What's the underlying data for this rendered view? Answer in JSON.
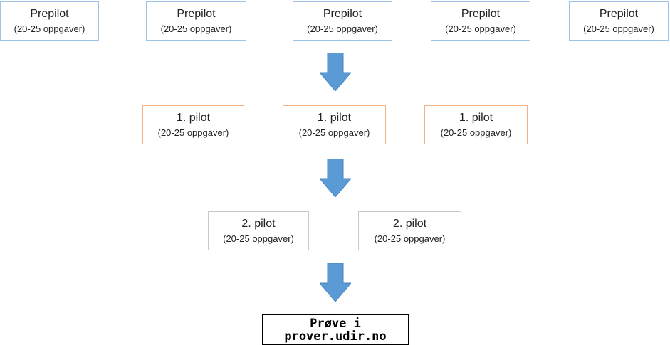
{
  "diagram": {
    "prepilot": [
      {
        "title": "Prepilot",
        "subtitle": "(20-25 oppgaver)"
      },
      {
        "title": "Prepilot",
        "subtitle": "(20-25 oppgaver)"
      },
      {
        "title": "Prepilot",
        "subtitle": "(20-25 oppgaver)"
      },
      {
        "title": "Prepilot",
        "subtitle": "(20-25 oppgaver)"
      },
      {
        "title": "Prepilot",
        "subtitle": "(20-25 oppgaver)"
      }
    ],
    "pilot1": [
      {
        "title": "1. pilot",
        "subtitle": "(20-25 oppgaver)"
      },
      {
        "title": "1. pilot",
        "subtitle": "(20-25 oppgaver)"
      },
      {
        "title": "1. pilot",
        "subtitle": "(20-25 oppgaver)"
      }
    ],
    "pilot2": [
      {
        "title": "2. pilot",
        "subtitle": "(20-25 oppgaver)"
      },
      {
        "title": "2. pilot",
        "subtitle": "(20-25 oppgaver)"
      }
    ],
    "final": {
      "line1": "Prøve i",
      "line2": "prover.udir.no"
    },
    "colors": {
      "prepilot_border": "#9dc3e6",
      "pilot1_border": "#f4b183",
      "pilot2_border": "#c9c9c9",
      "arrow": "#5b9bd5",
      "final_border": "#000000"
    }
  }
}
